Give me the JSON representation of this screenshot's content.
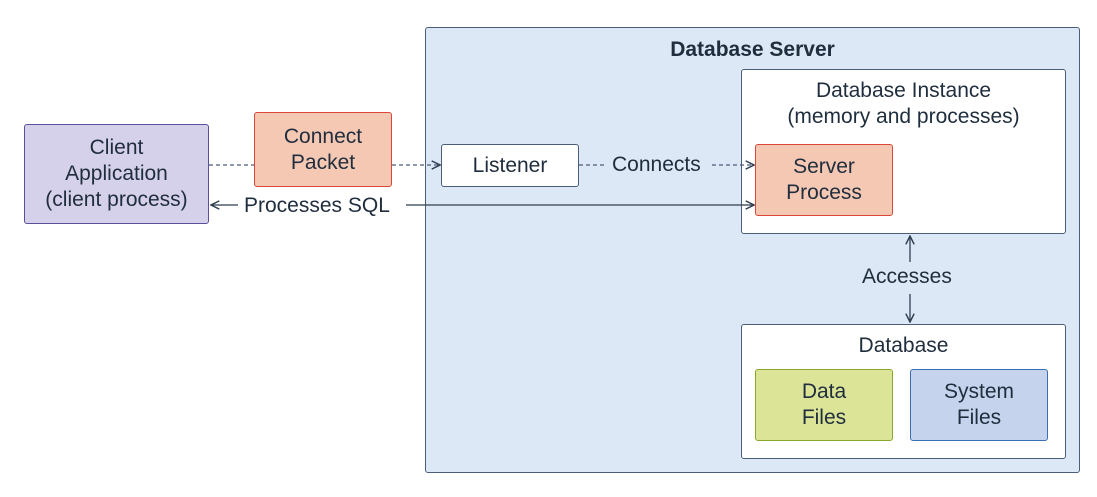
{
  "diagram": {
    "server": {
      "title": "Database Server",
      "fill": "#dce8f5",
      "stroke": "#4a5d7a"
    },
    "instance": {
      "title": "Database Instance\n(memory and processes)"
    },
    "database": {
      "title": "Database"
    },
    "nodes": {
      "client": {
        "label": "Client\nApplication\n(client process)",
        "fill": "#d6d1ea",
        "stroke": "#5a4f9a"
      },
      "connect_packet": {
        "label": "Connect\nPacket",
        "fill": "#f5c8b4",
        "stroke": "#d9473b"
      },
      "listener": {
        "label": "Listener"
      },
      "server_process": {
        "label": "Server\nProcess",
        "fill": "#f5c8b4",
        "stroke": "#d9473b"
      },
      "data_files": {
        "label": "Data\nFiles",
        "fill": "#dce498",
        "stroke": "#8aa82a"
      },
      "system_files": {
        "label": "System\nFiles",
        "fill": "#c5d4ec",
        "stroke": "#3b6fb5"
      }
    },
    "edges": {
      "connects": "Connects",
      "processes_sql": "Processes SQL",
      "accesses": "Accesses"
    }
  }
}
